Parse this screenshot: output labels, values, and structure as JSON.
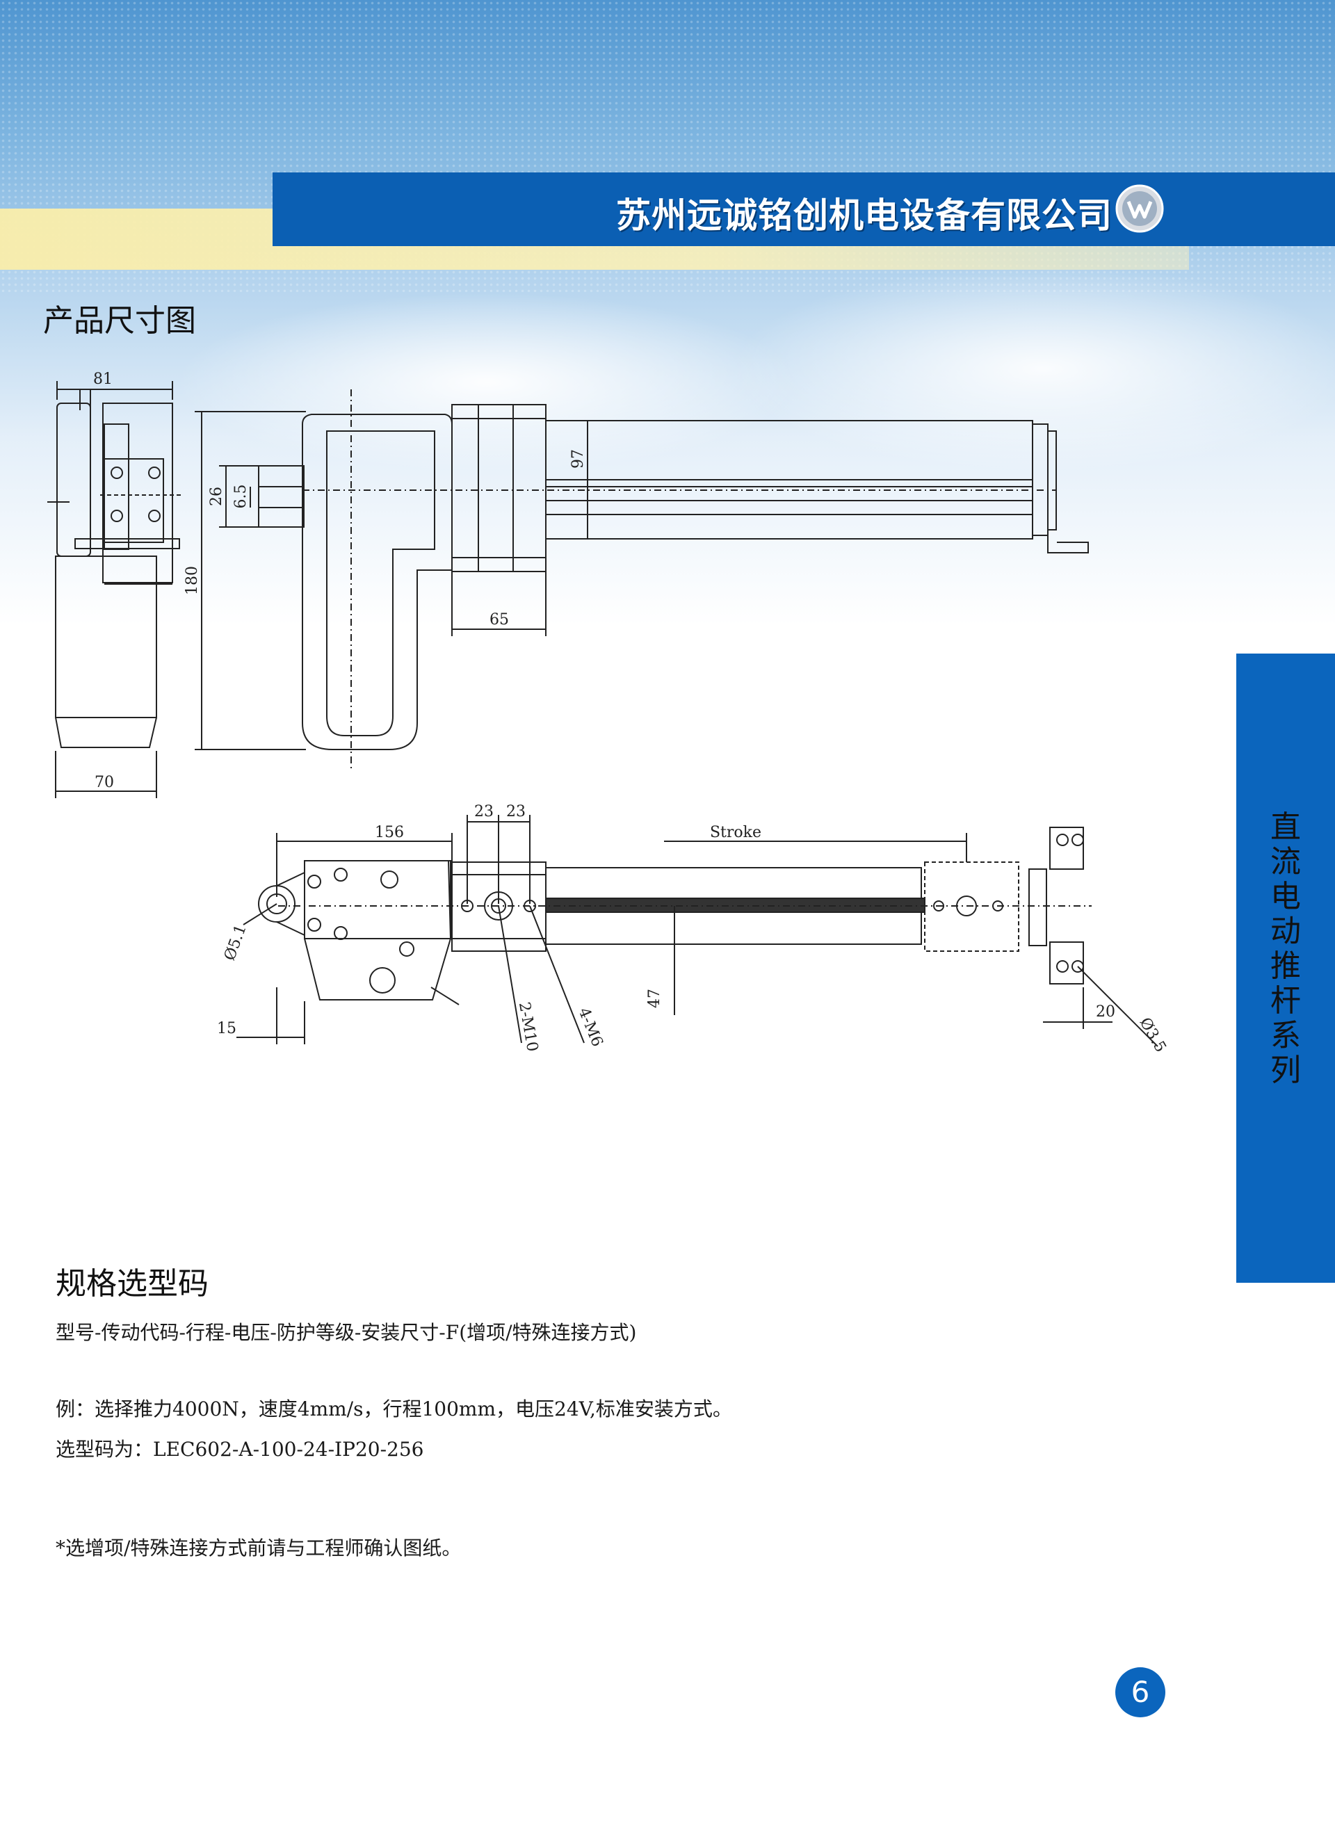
{
  "header": {
    "company": "苏州远诚铭创机电设备有限公司"
  },
  "sections": {
    "drawing_title": "产品尺寸图",
    "spec_title": "规格选型码"
  },
  "side_tab": {
    "label": "直流电动推杆系列"
  },
  "drawing": {
    "dims": {
      "d81": "81",
      "d70": "70",
      "d180": "180",
      "d26": "26",
      "d6_5": "6.5",
      "d97": "97",
      "d65": "65",
      "d156": "156",
      "d23a": "23",
      "d23b": "23",
      "stroke": "Stroke",
      "d5_1": "Ø5.1",
      "d15": "15",
      "m10": "2-M10",
      "m6": "4-M6",
      "d47": "47",
      "d20": "20",
      "d3_5": "Ø3.5"
    }
  },
  "spec": {
    "format": "型号-传动代码-行程-电压-防护等级-安装尺寸-F(增项/特殊连接方式)",
    "example": "例：选择推力4000N，速度4mm/s，行程100mm，电压24V,标准安装方式。",
    "code": "选型码为：LEC602-A-100-24-IP20-256",
    "note": "*选增项/特殊连接方式前请与工程师确认图纸。"
  },
  "page": {
    "number": "6"
  }
}
